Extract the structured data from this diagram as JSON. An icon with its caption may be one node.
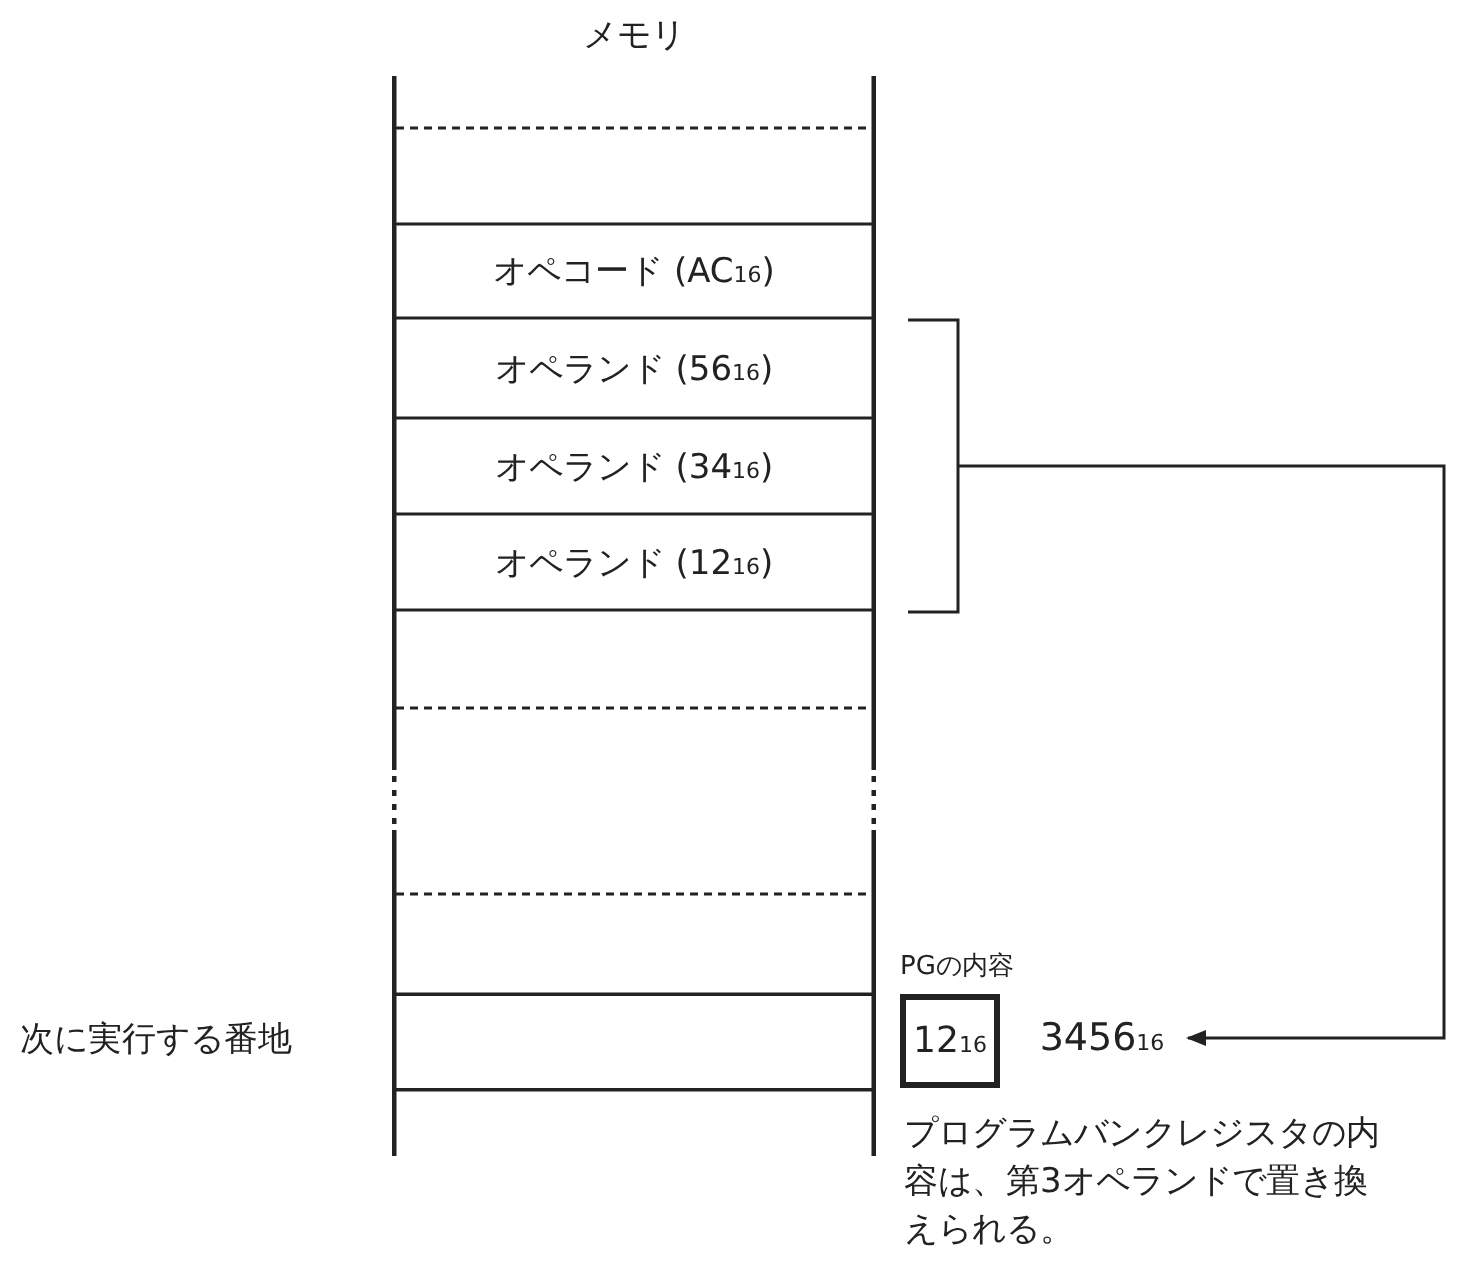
{
  "diagram": {
    "nodes": [
      {
        "text": [
          "メモリ"
        ]
      },
      {
        "text": [
          "オペコード (AC$_{16}$)"
        ],
        "in": 0
      },
      {
        "text": [
          "オペランド (56$_{16}$)"
        ],
        "in": 0
      },
      {
        "text": [
          "オペランド (34$_{16}$)"
        ],
        "in": 0
      },
      {
        "text": [
          "オペランド (12$_{16}$)"
        ],
        "in": 0
      },
      {
        "text": [],
        "shape": "box",
        "in": 0,
        "beside": [
          "次に実行する番地"
        ]
      },
      {
        "text": [
          "12$_{16}$"
        ],
        "beside": [
          "PGの内容"
        ]
      },
      {
        "text": [
          "3456$_{16}$"
        ]
      },
      {
        "text": [],
        "shape": "bracket"
      }
    ],
    "edges": [
      {
        "from": 8,
        "to": 7,
        "arrow": "to"
      }
    ],
    "labels": [
      "プログラムバンクレジスタの内容は、第3オペランドで置き換えられる。"
    ]
  }
}
